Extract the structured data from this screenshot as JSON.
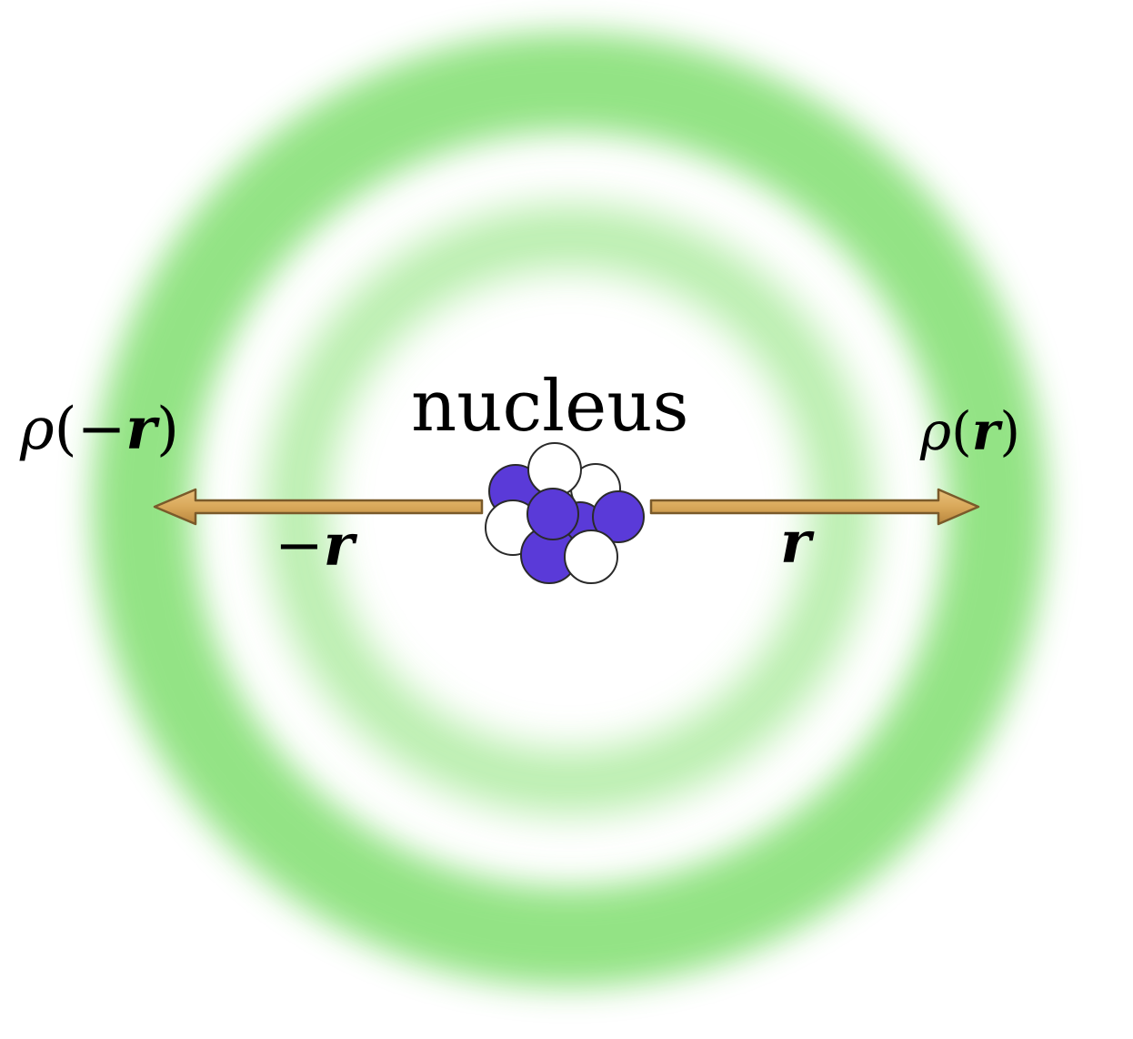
{
  "labels": {
    "nucleus": "nucleus",
    "rho_left": {
      "rho": "ρ",
      "open": "(",
      "minus": "−",
      "r": "r",
      "close": ")"
    },
    "rho_right": {
      "rho": "ρ",
      "open": "(",
      "r": "r",
      "close": ")"
    },
    "neg_r": {
      "minus": "−",
      "r": "r"
    },
    "r": "r"
  },
  "colors": {
    "shell_green": "#8ee27f",
    "arrow_fill": "#d9a85a",
    "arrow_stroke": "#7a5a2a",
    "proton": "#5a3ad8",
    "neutron": "#ffffff",
    "nucleon_outline": "#2a2a2a"
  },
  "icons": {
    "nucleus": "nucleus-cluster-icon",
    "arrow_left": "arrow-left-icon",
    "arrow_right": "arrow-right-icon"
  }
}
